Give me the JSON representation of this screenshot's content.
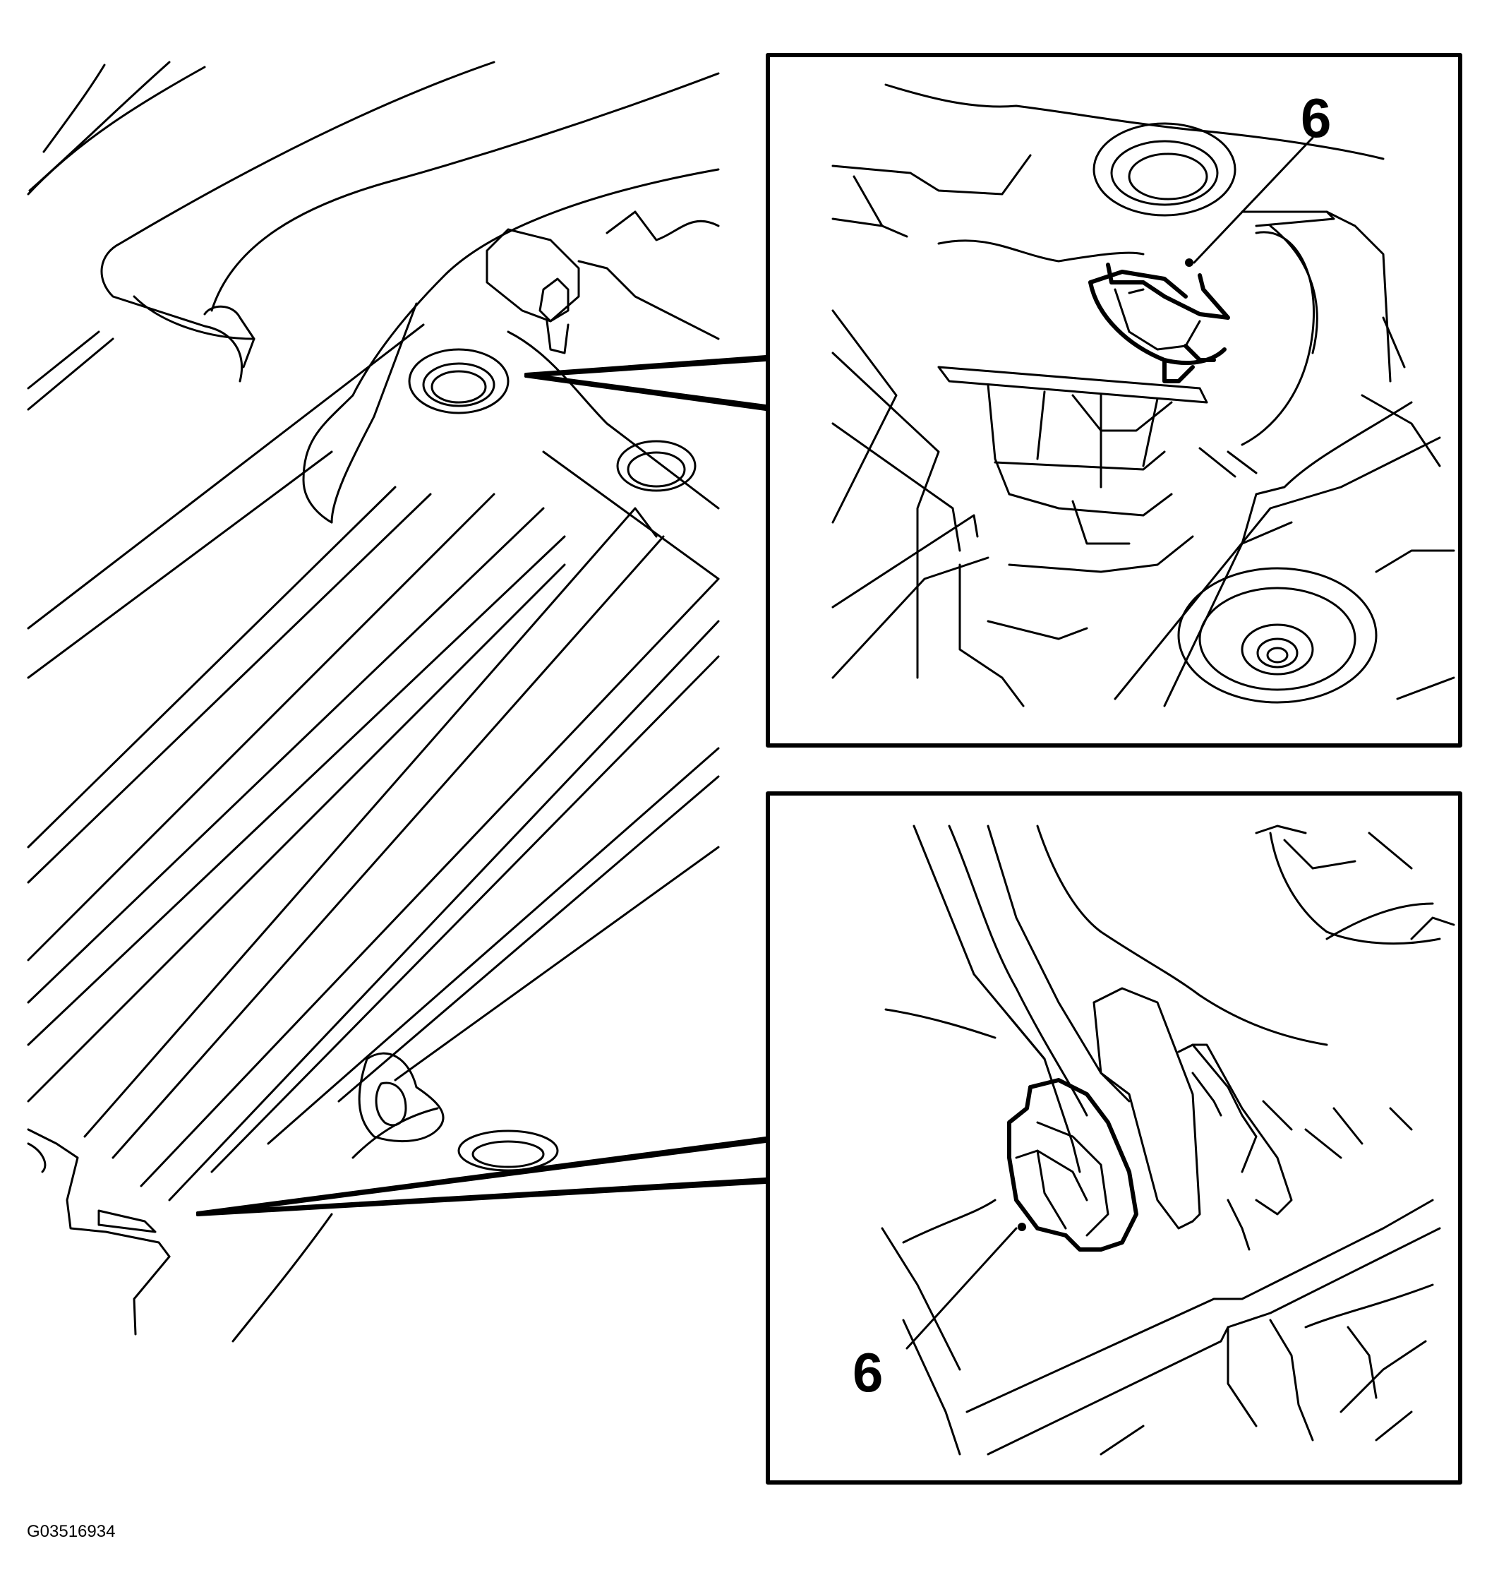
{
  "figure": {
    "callouts": [
      {
        "id": "top-inset",
        "label": "6"
      },
      {
        "id": "bottom-inset",
        "label": "6"
      }
    ],
    "figure_id": "G03516934"
  },
  "colors": {
    "line": "#000000",
    "background": "#ffffff"
  }
}
